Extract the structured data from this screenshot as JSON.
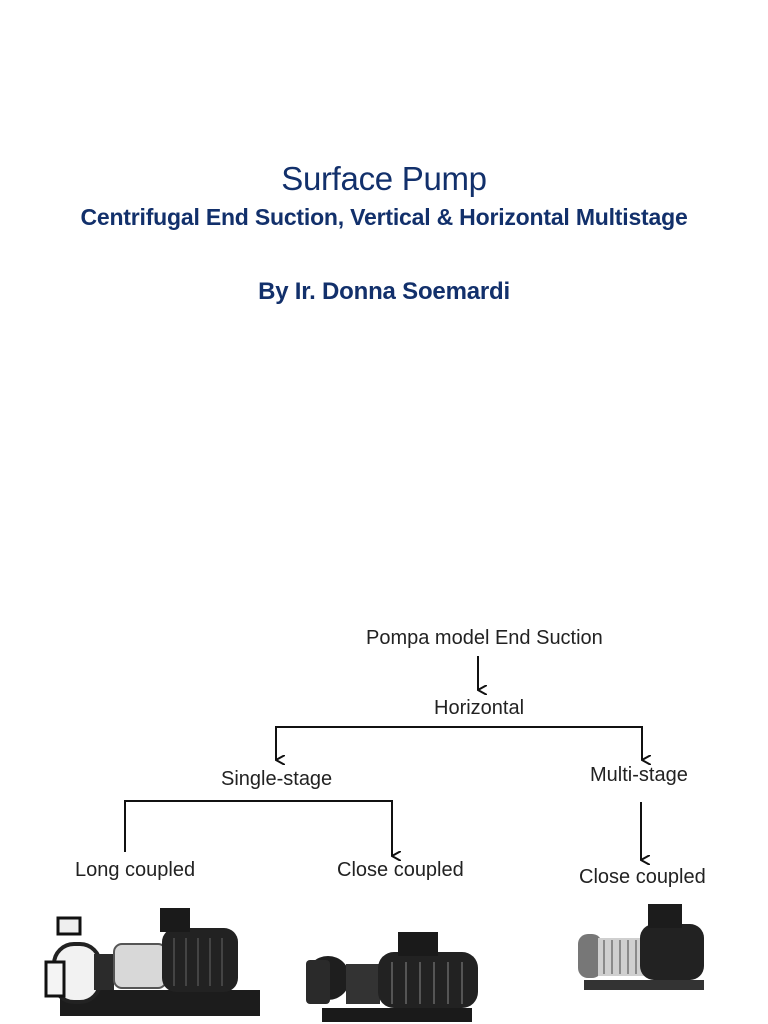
{
  "header": {
    "title": "Surface Pump",
    "subtitle": "Centrifugal End Suction, Vertical & Horizontal Multistage",
    "author": "By Ir. Donna Soemardi"
  },
  "diagram": {
    "root": "Pompa model End Suction",
    "orientation": "Horizontal",
    "single_stage": "Single-stage",
    "multi_stage": "Multi-stage",
    "long_coupled": "Long coupled",
    "close_coupled_single": "Close coupled",
    "close_coupled_multi": "Close coupled"
  },
  "images": {
    "long_coupled_pump": "long-coupled-pump-photo",
    "close_coupled_pump": "close-coupled-pump-photo",
    "multistage_pump": "multistage-pump-photo"
  },
  "colors": {
    "heading": "#12306b",
    "diagram_text": "#222222",
    "lines": "#111111"
  }
}
